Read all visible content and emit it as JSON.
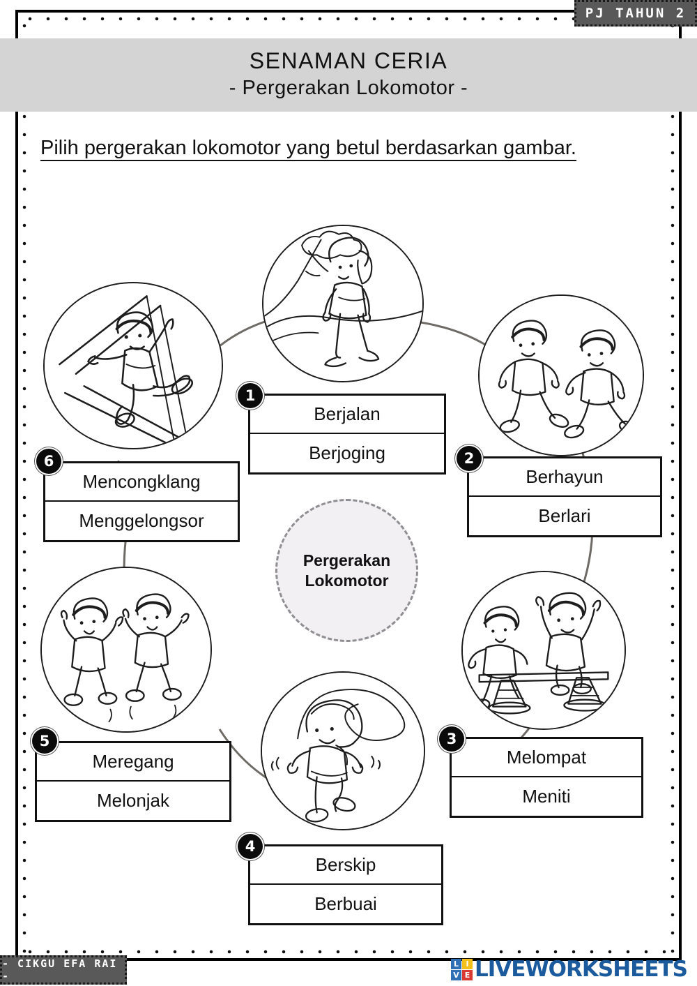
{
  "tags": {
    "grade": "PJ TAHUN 2",
    "author": "- CIKGU EFA RAI -"
  },
  "header": {
    "title": "SENAMAN CERIA",
    "subtitle": "- Pergerakan Lokomotor -"
  },
  "instruction": "Pilih pergerakan lokomotor yang betul berdasarkan gambar.",
  "center": {
    "line1": "Pergerakan",
    "line2": "Lokomotor"
  },
  "questions": [
    {
      "number": "1",
      "options": [
        "Berjalan",
        "Berjoging"
      ],
      "picture": "girl-walking-on-path"
    },
    {
      "number": "2",
      "options": [
        "Berhayun",
        "Berlari"
      ],
      "picture": "two-boys-running"
    },
    {
      "number": "3",
      "options": [
        "Melompat",
        "Meniti"
      ],
      "picture": "boys-on-balance-beam"
    },
    {
      "number": "4",
      "options": [
        "Berskip",
        "Berbuai"
      ],
      "picture": "girl-skipping-rope"
    },
    {
      "number": "5",
      "options": [
        "Meregang",
        "Melonjak"
      ],
      "picture": "two-boys-jumping"
    },
    {
      "number": "6",
      "options": [
        "Mencongklang",
        "Menggelongsor"
      ],
      "picture": "boy-on-slide"
    }
  ],
  "logo": {
    "blocks": [
      "L",
      "I",
      "V",
      "E"
    ],
    "text": "LIVEWORKSHEETS",
    "colors": [
      "#2f6fb5",
      "#f2c018",
      "#2f6fb5",
      "#d93b34"
    ],
    "text_color": "#1b5a9c"
  },
  "colors": {
    "band": "#d4d4d4",
    "tag": "#595959",
    "ink": "#111111",
    "center_fill": "#f2f0f3"
  }
}
